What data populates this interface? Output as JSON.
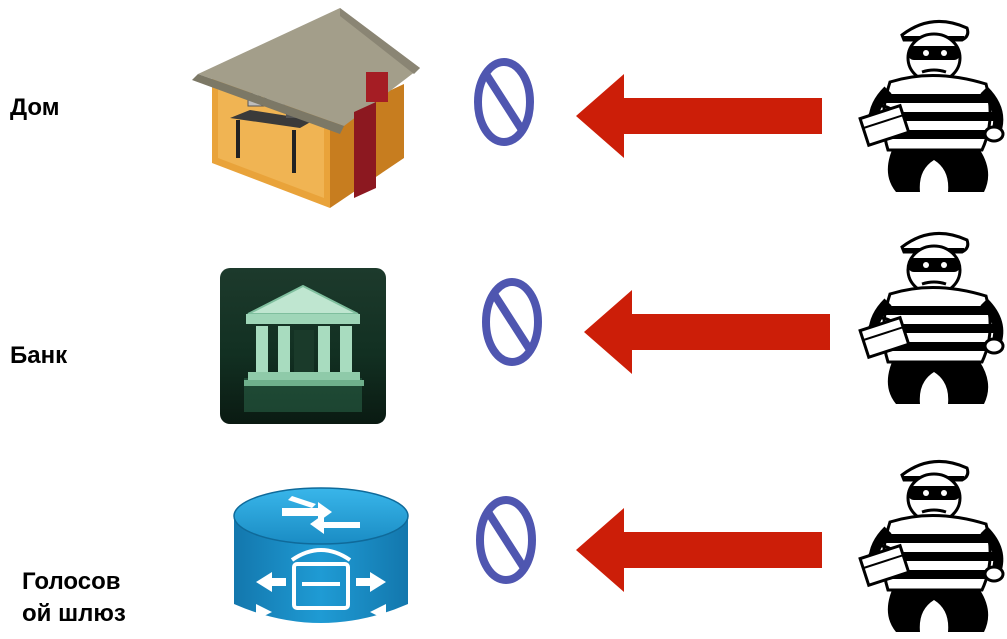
{
  "rows": [
    {
      "label": "Дом",
      "object_icon": "house-icon",
      "block_icon": "prohibited-icon",
      "arrow_icon": "arrow-left-icon",
      "threat_icon": "burglar-icon"
    },
    {
      "label": "Банк",
      "object_icon": "bank-building-icon",
      "block_icon": "prohibited-icon",
      "arrow_icon": "arrow-left-icon",
      "threat_icon": "burglar-icon"
    },
    {
      "label": "Голосов\nой шлюз",
      "object_icon": "voice-gateway-router-icon",
      "block_icon": "prohibited-icon",
      "arrow_icon": "arrow-left-icon",
      "threat_icon": "burglar-icon"
    }
  ],
  "colors": {
    "arrow": "#cc1e08",
    "prohibit": "#4f56b0",
    "router": "#1f9bd4"
  }
}
